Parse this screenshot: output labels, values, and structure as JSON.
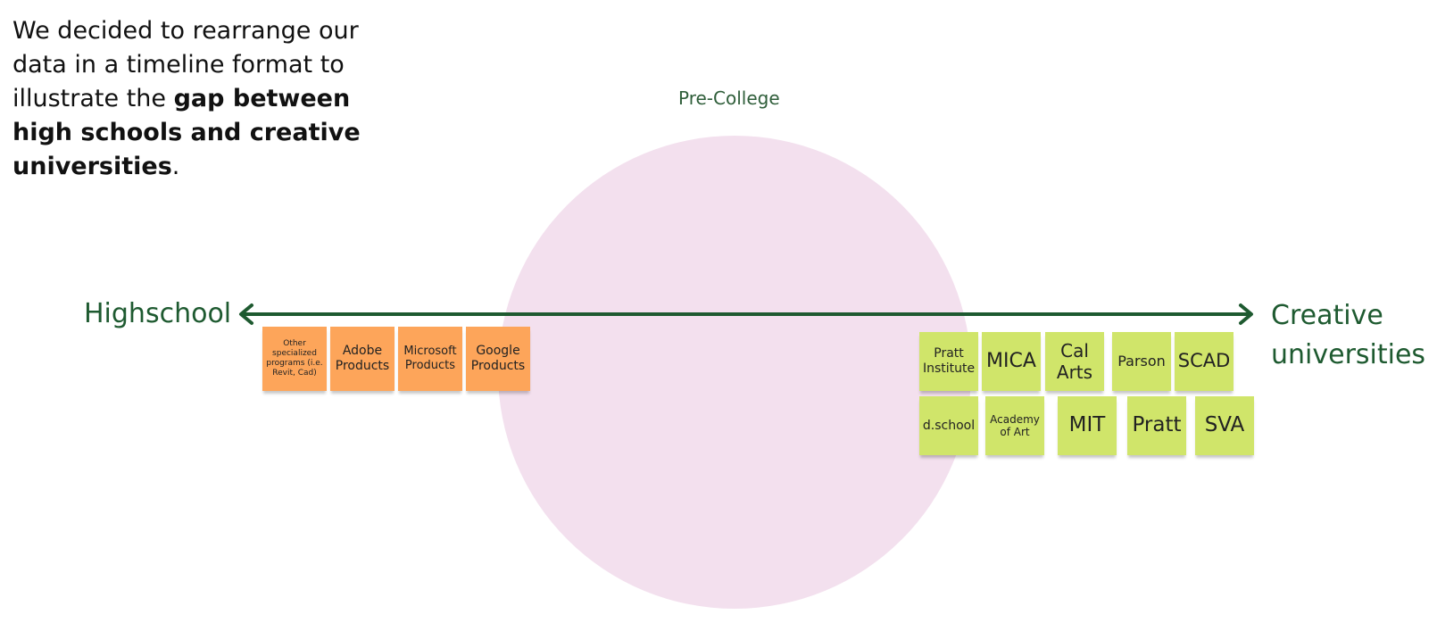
{
  "intro": {
    "text_before": "We decided to rearrange our data in a timeline format to illustrate the ",
    "text_bold": "gap between high schools and creative universities",
    "text_after": "."
  },
  "circle_label": "Pre-College",
  "timeline": {
    "left_label": "Highschool",
    "right_label_line1": "Creative",
    "right_label_line2": "universities",
    "arrow_color": "#1e5a30",
    "circle_color": "#f3e0ee"
  },
  "highschool_notes": [
    "Other specialized programs (i.e. Revit, Cad)",
    "Adobe Products",
    "Microsoft Products",
    "Google Products"
  ],
  "university_notes_row1": [
    "Pratt Institute",
    "MICA",
    "Cal Arts",
    "Parson",
    "SCAD"
  ],
  "university_notes_row2": [
    "d.school",
    "Academy of Art",
    "MIT",
    "Pratt",
    "SVA"
  ],
  "colors": {
    "orange_note": "#fda55a",
    "green_note": "#d0e56a"
  }
}
